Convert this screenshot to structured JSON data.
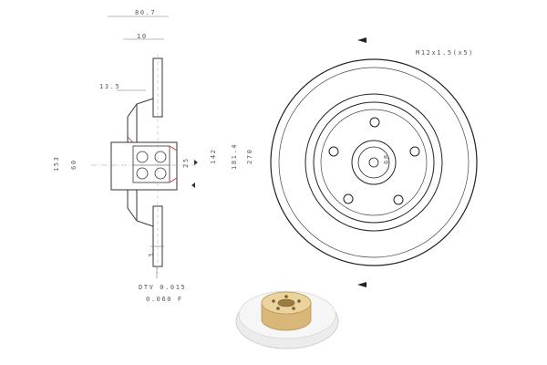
{
  "side_view": {
    "dim_top_width": "80.7",
    "dim_hub_offset": "10",
    "dim_flange": "13.5",
    "dim_outer_dia_left": "153",
    "dim_bore": "60",
    "dim_seat": "25",
    "dim_stub": "3",
    "tolerance_line_1": "DTV 0.015",
    "tolerance_line_2": "0.060 F"
  },
  "front_view": {
    "thread_spec": "M12x1.5(x5)",
    "dim_center": "68",
    "dim_hub_dia": "142",
    "dim_pcd": "181.4",
    "dim_disc_dia": "270"
  },
  "colors": {
    "line": "#333333",
    "hatch_red": "#c0392b",
    "hub_gold": "#e6cf9a",
    "disc_grey": "#e9e9e9"
  },
  "icons": {
    "rotation_arrow": "triangle-arrow-icon",
    "photo": "brake-disc-photo"
  }
}
